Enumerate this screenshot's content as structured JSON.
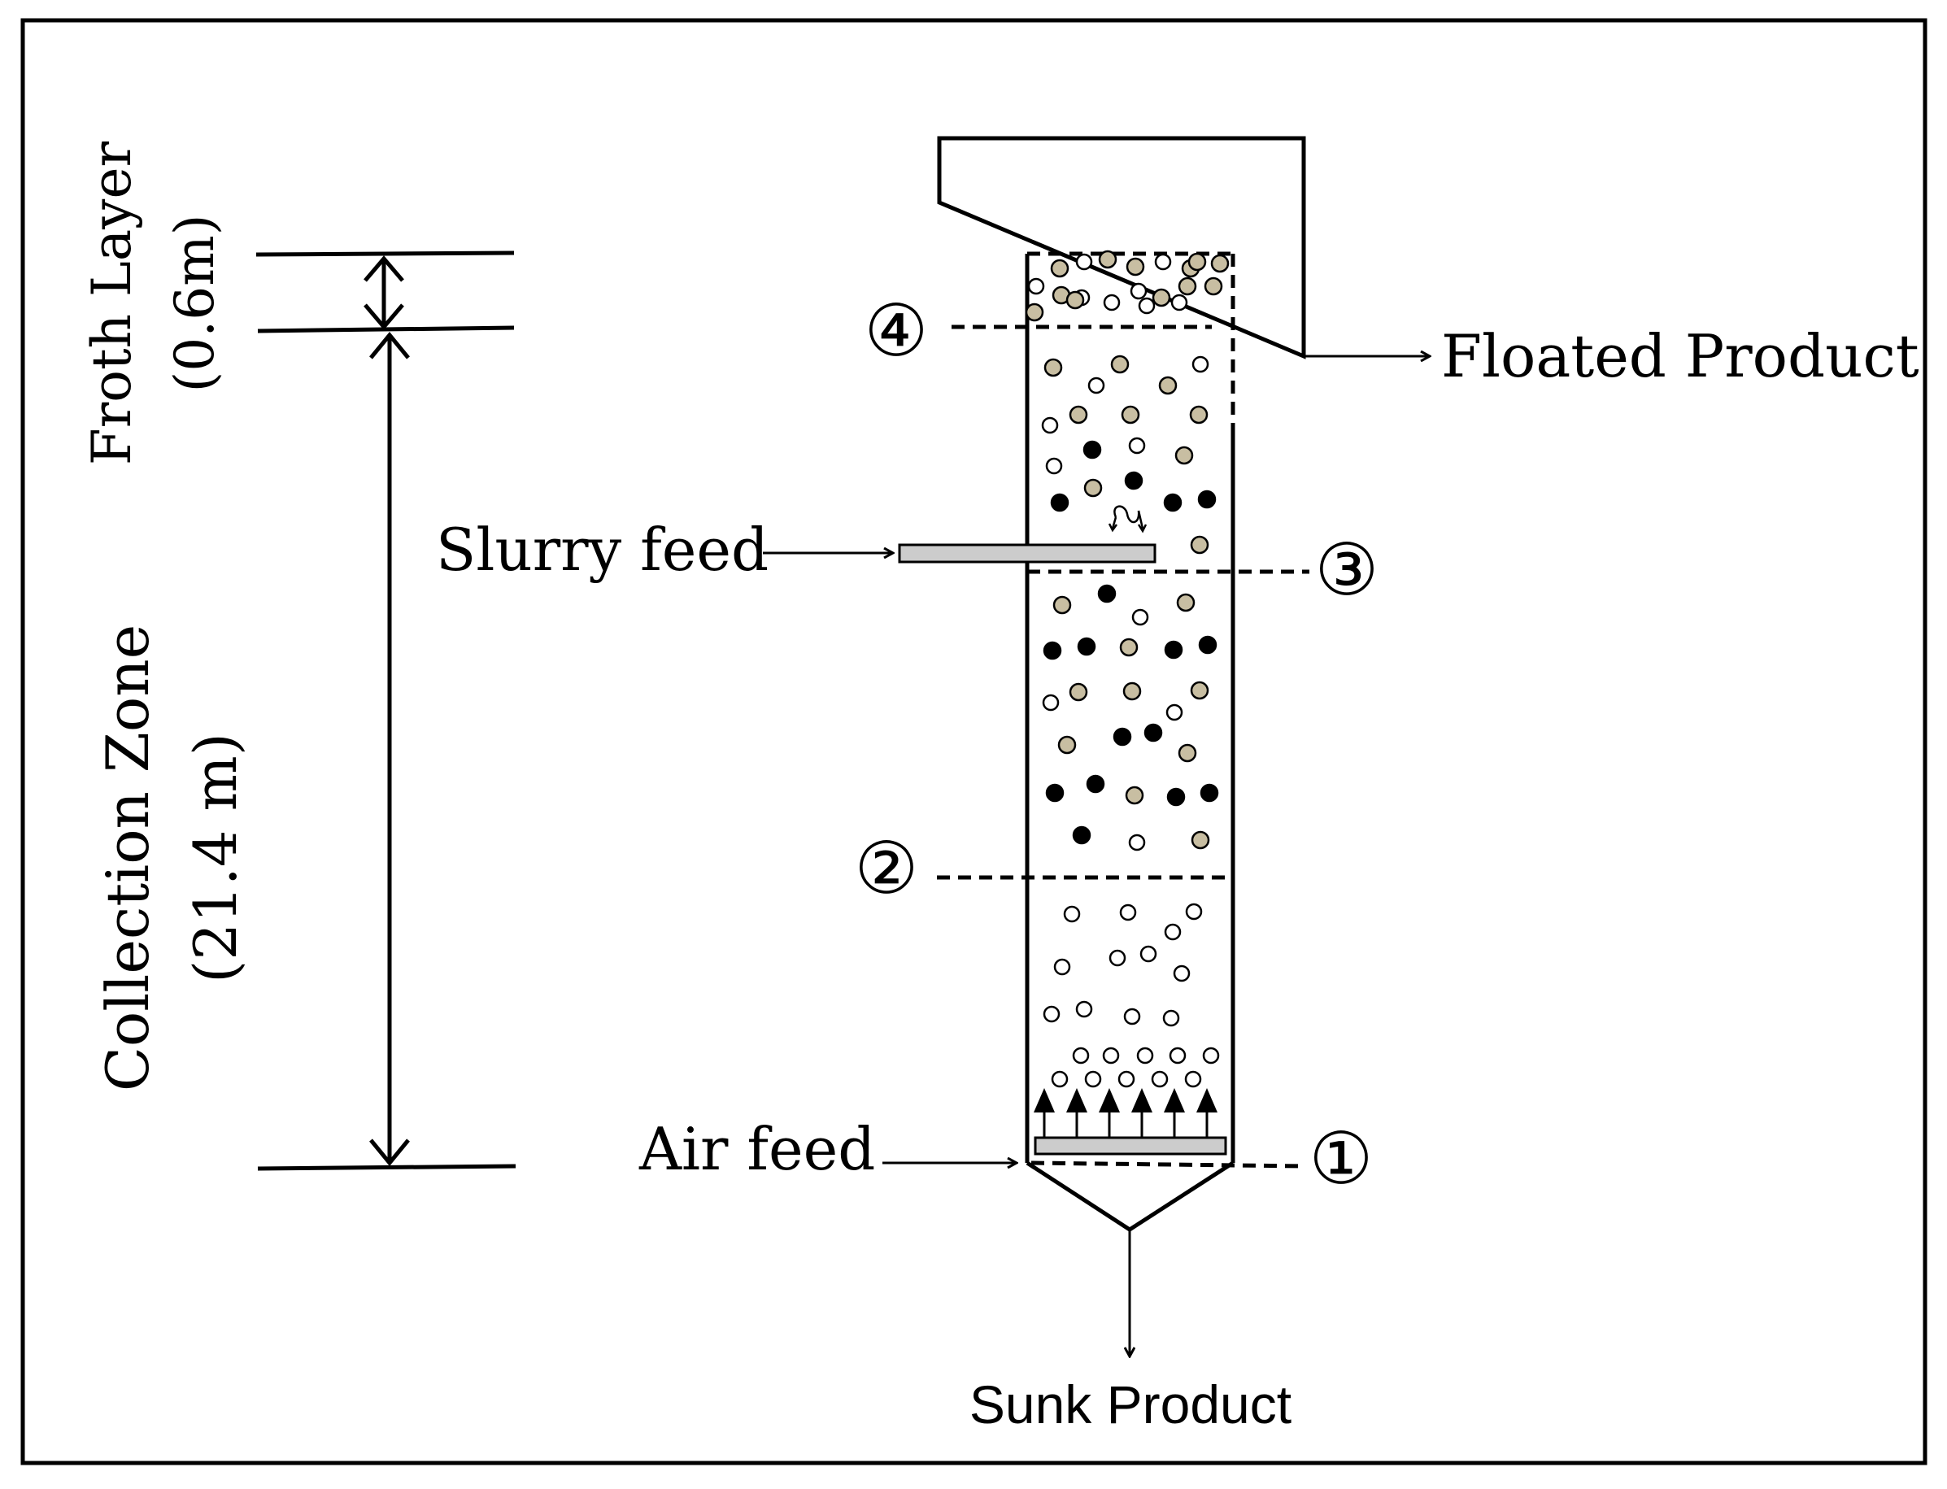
{
  "labels": {
    "froth_layer": "Froth Layer",
    "froth_layer_size": "(0.6m)",
    "collection_zone": "Collection Zone",
    "collection_zone_size": "(21.4 m)",
    "slurry_feed": "Slurry feed",
    "air_feed": "Air feed",
    "floated_product": "Floated Product",
    "sunk_product": "Sunk Product"
  },
  "sample_points": [
    "①",
    "②",
    "③",
    "④"
  ],
  "colors": {
    "line": "#000000",
    "tan_particle": "#c8bea2",
    "sparger": "#cccccc"
  }
}
